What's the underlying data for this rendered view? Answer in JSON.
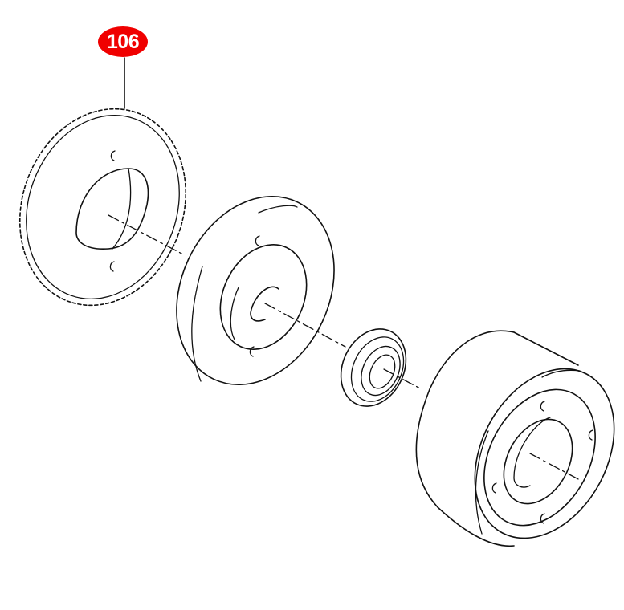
{
  "diagram": {
    "type": "exploded-parts-view",
    "background": "#ffffff",
    "line_color": "#111111",
    "callouts": [
      {
        "label": "106",
        "color": "#f00000",
        "text_color": "#ffffff",
        "points_to": "spur-gear"
      }
    ],
    "parts": [
      {
        "id": "spur-gear",
        "description": "toothed gear ring with two keyed slots and large bore"
      },
      {
        "id": "flywheel-disc",
        "description": "flat disc with stepped hub and two slots"
      },
      {
        "id": "bearing",
        "description": "small ball bearing"
      },
      {
        "id": "drum-pulley",
        "description": "wide cylindrical drum with recessed face and four slots"
      }
    ]
  }
}
